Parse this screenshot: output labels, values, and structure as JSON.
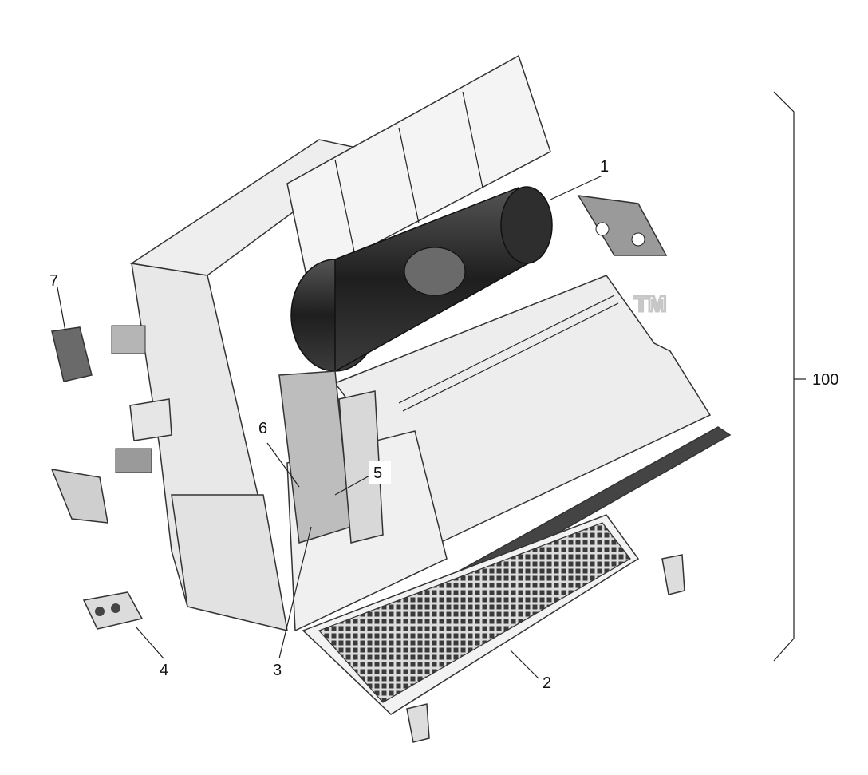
{
  "callouts": [
    {
      "id": "1",
      "text": "1"
    },
    {
      "id": "2",
      "text": "2"
    },
    {
      "id": "3",
      "text": "3"
    },
    {
      "id": "4",
      "text": "4"
    },
    {
      "id": "5",
      "text": "5"
    },
    {
      "id": "6",
      "text": "6"
    },
    {
      "id": "7",
      "text": "7"
    },
    {
      "id": "100",
      "text": "100"
    }
  ],
  "watermark": {
    "text": "TM"
  },
  "colors": {
    "housing": "#e9e9e9",
    "cover": "#f4f4f4",
    "blower": "#2a2a2a",
    "grille": "#3a3a3a",
    "line": "#222222"
  }
}
